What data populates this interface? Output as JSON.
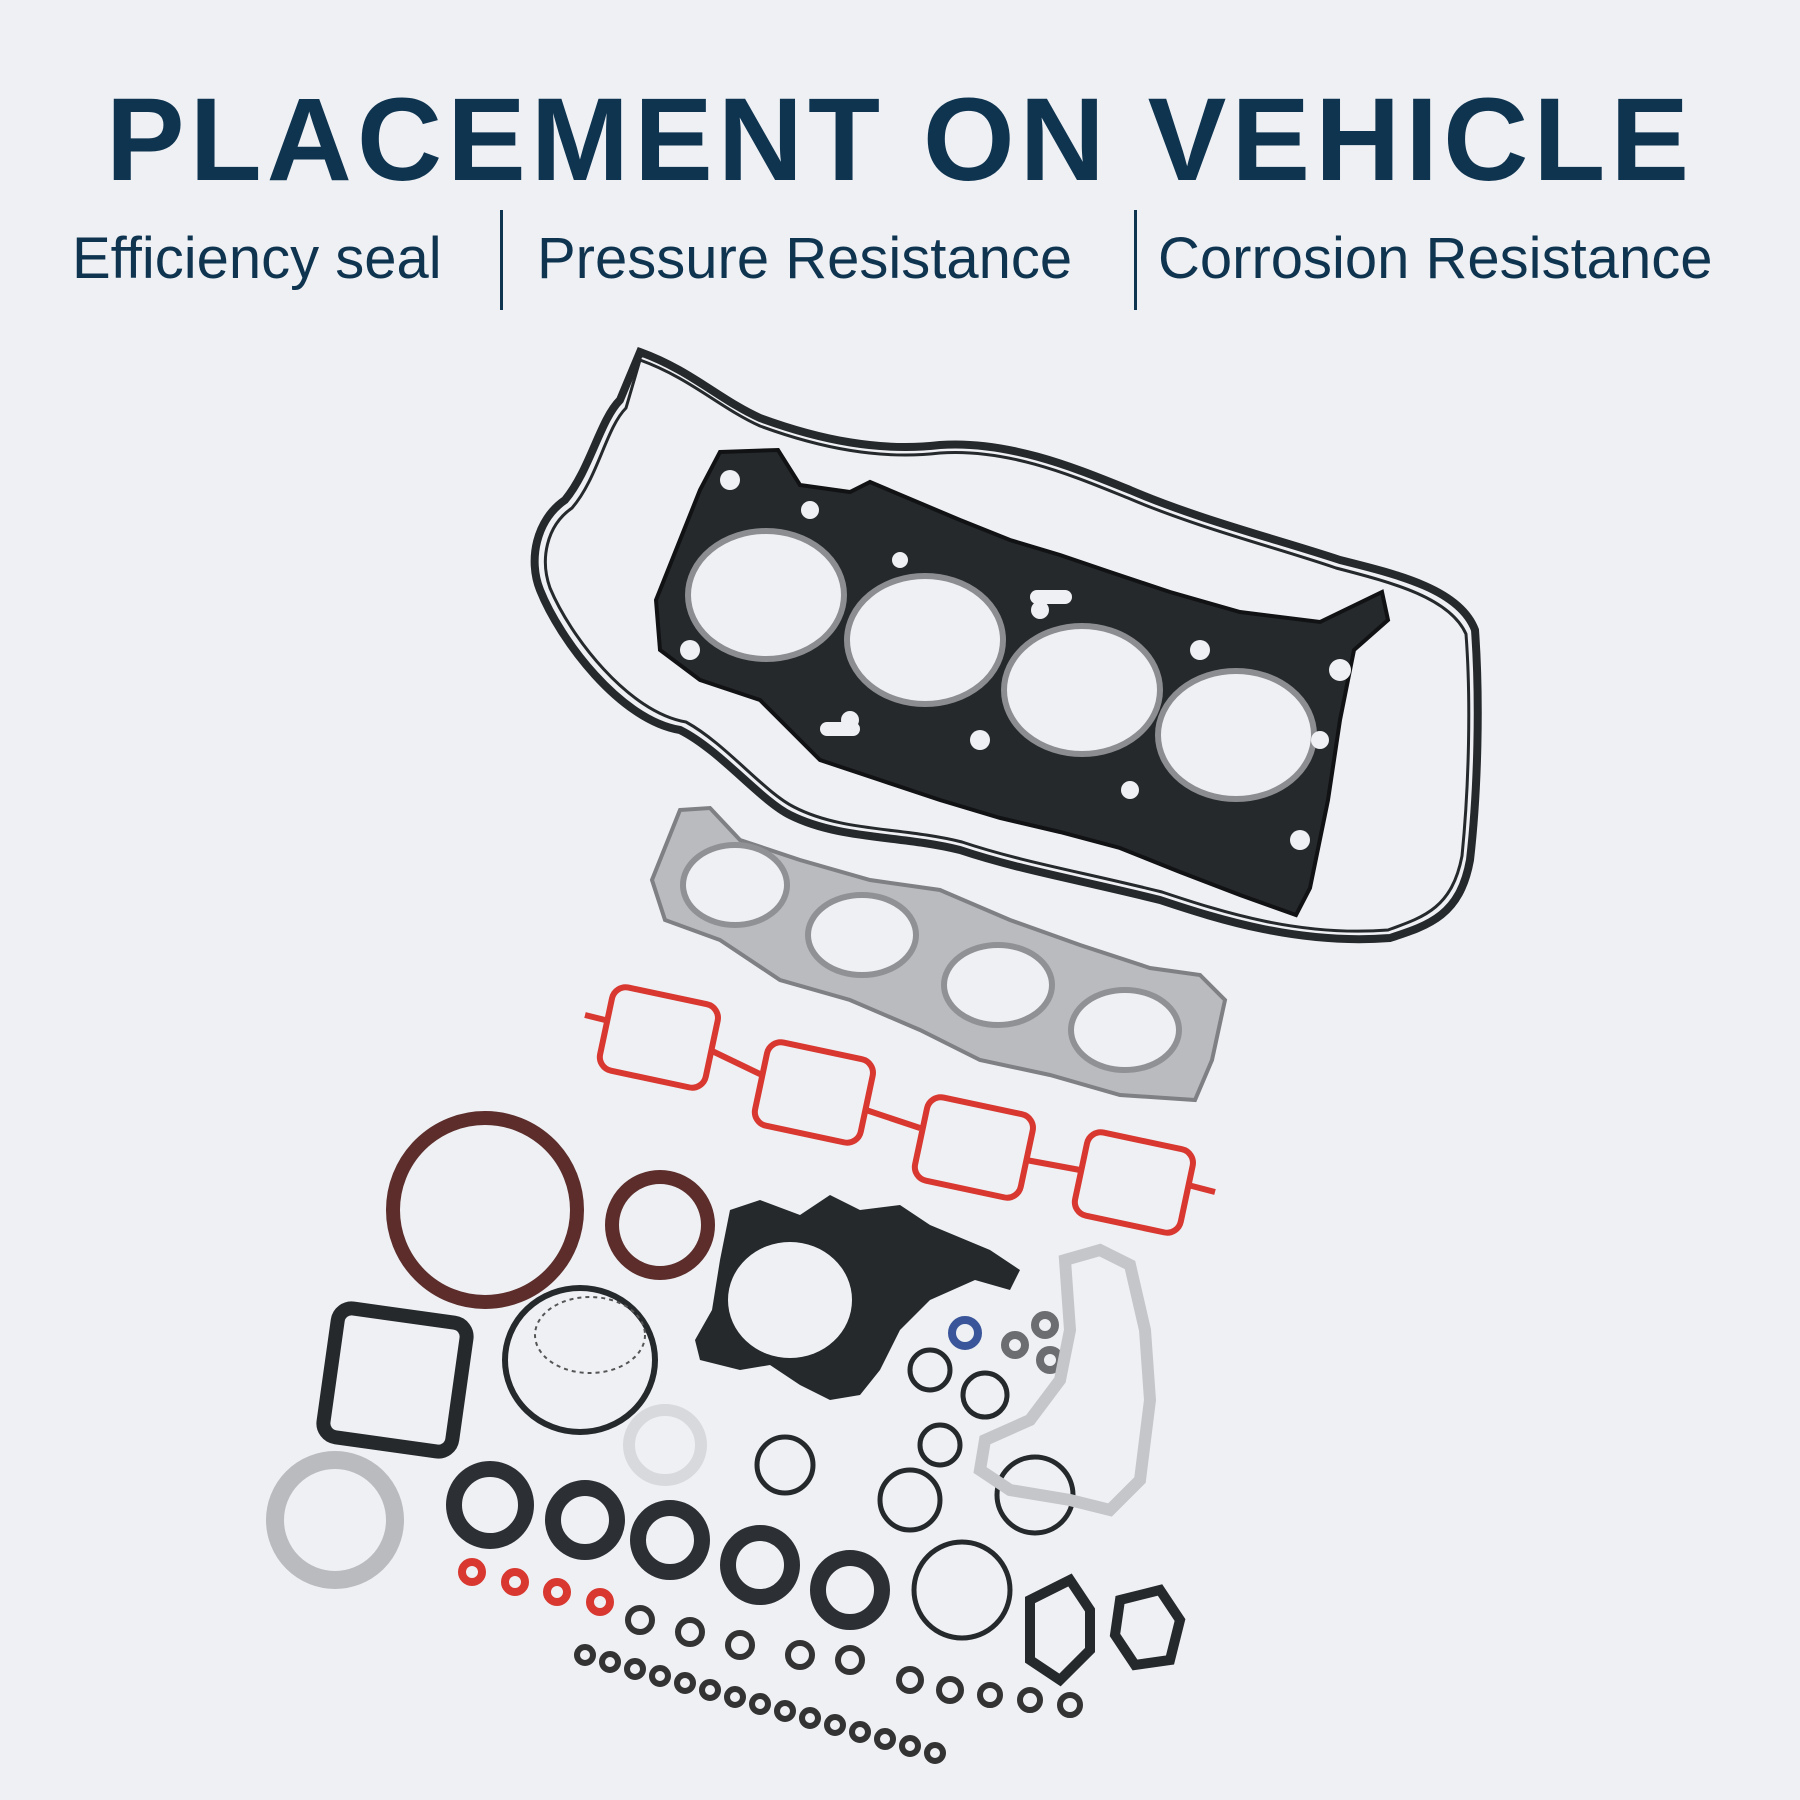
{
  "page": {
    "title": "PLACEMENT ON VEHICLE",
    "features": [
      {
        "label": "Efficiency seal"
      },
      {
        "label": "Pressure Resistance"
      },
      {
        "label": "Corrosion Resistance"
      }
    ]
  },
  "colors": {
    "title": "#0f3450",
    "background": "#eef0f4",
    "gasket_black": "#26292c",
    "metal": "#b9bbbe",
    "red_seal": "#d8382f",
    "brown_seal": "#5c2d2a"
  }
}
